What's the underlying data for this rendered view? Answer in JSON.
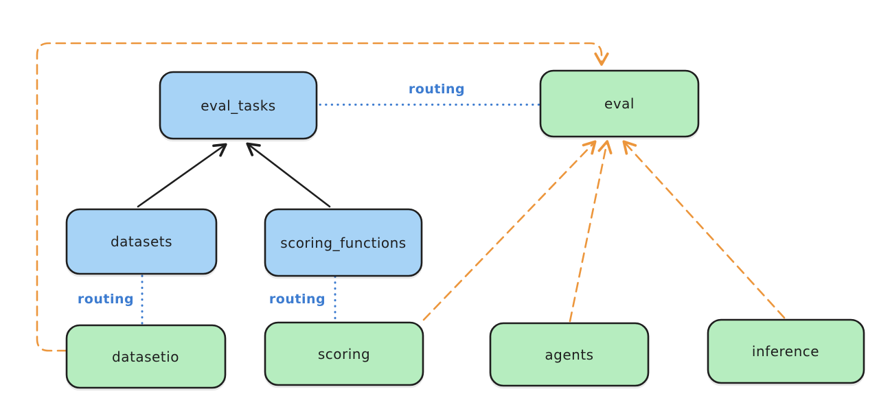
{
  "diagram": {
    "description": "Architecture diagram linking registry objects to API providers",
    "colors": {
      "background": "#ffffff",
      "blue_fill": "#a7d3f6",
      "green_fill": "#b6edbf",
      "node_stroke": "#1e1e1e",
      "orange_line": "#ec963c",
      "blue_line": "#3d7cd0",
      "black_line": "#1e1e1e"
    },
    "nodes": [
      {
        "id": "eval_tasks",
        "label": "eval_tasks",
        "color": "blue"
      },
      {
        "id": "eval",
        "label": "eval",
        "color": "green"
      },
      {
        "id": "datasets",
        "label": "datasets",
        "color": "blue"
      },
      {
        "id": "scoring_functions",
        "label": "scoring_functions",
        "color": "blue"
      },
      {
        "id": "datasetio",
        "label": "datasetio",
        "color": "green"
      },
      {
        "id": "scoring",
        "label": "scoring",
        "color": "green"
      },
      {
        "id": "agents",
        "label": "agents",
        "color": "green"
      },
      {
        "id": "inference",
        "label": "inference",
        "color": "green"
      }
    ],
    "edges": [
      {
        "from": "datasets",
        "to": "eval_tasks",
        "style": "solid-black-arrow",
        "label": ""
      },
      {
        "from": "scoring_functions",
        "to": "eval_tasks",
        "style": "solid-black-arrow",
        "label": ""
      },
      {
        "from": "eval_tasks",
        "to": "eval",
        "style": "dotted-blue",
        "label": "routing"
      },
      {
        "from": "datasets",
        "to": "datasetio",
        "style": "dotted-blue",
        "label": "routing"
      },
      {
        "from": "scoring_functions",
        "to": "scoring",
        "style": "dotted-blue",
        "label": "routing"
      },
      {
        "from": "scoring",
        "to": "eval",
        "style": "dashed-orange-arrow",
        "label": ""
      },
      {
        "from": "agents",
        "to": "eval",
        "style": "dashed-orange-arrow",
        "label": ""
      },
      {
        "from": "inference",
        "to": "eval",
        "style": "dashed-orange-arrow",
        "label": ""
      },
      {
        "from": "datasetio",
        "to": "eval",
        "style": "dashed-orange-arrow",
        "label": ""
      }
    ]
  }
}
